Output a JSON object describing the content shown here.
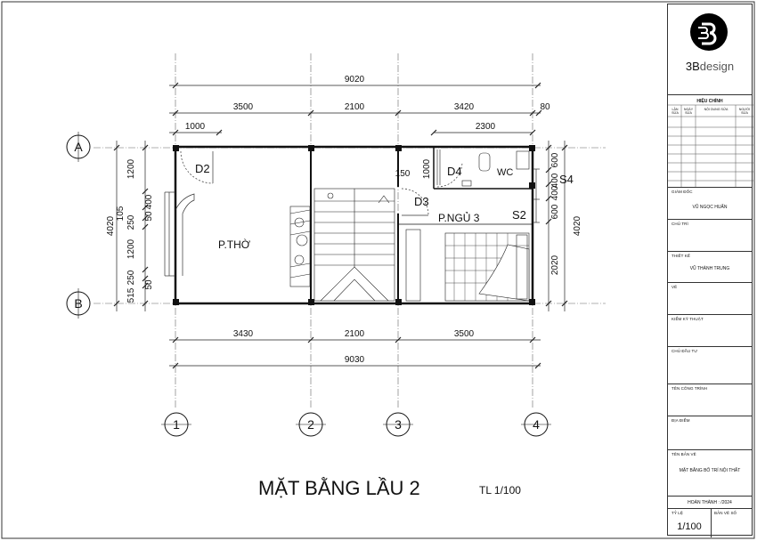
{
  "drawing": {
    "title": "MẶT BẰNG LẦU 2",
    "scale": "TL 1/100",
    "dims_top_total": "9020",
    "dims_top": [
      "3500",
      "2100",
      "3420",
      "80"
    ],
    "dims_top_inner": [
      "1000",
      "2300"
    ],
    "dims_bottom": [
      "3430",
      "2100",
      "3500"
    ],
    "dims_bottom_total": "9030",
    "dims_left": [
      "1200",
      "400",
      "50",
      "250",
      "1200",
      "250",
      "50",
      "515"
    ],
    "dims_left_total": "4020",
    "dims_left_105": "105",
    "dims_right": [
      "600",
      "400",
      "400",
      "600",
      "2020"
    ],
    "dims_right_total": "4020",
    "dims_inner_150": "150",
    "dims_inner_1000": "1000",
    "grid_rows": [
      "A",
      "B"
    ],
    "grid_cols": [
      "1",
      "2",
      "3",
      "4"
    ],
    "rooms": {
      "tho": "P.THỜ",
      "ngu3": "P.NGỦ 3",
      "wc": "WC"
    },
    "doors": {
      "d2": "D2",
      "d3": "D3",
      "d4": "D4"
    },
    "windows": {
      "s2": "S2",
      "s4": "S4"
    }
  },
  "titleblock": {
    "logo_text_bold": "3B",
    "logo_text_light": "design",
    "revision_title": "HIỆU CHỈNH",
    "revision_headers": [
      "LẦN SỬA",
      "NGÀY SỬA",
      "NỘI DUNG SỬA",
      "NGƯỜI SỬA"
    ],
    "giam_doc_label": "GIÁM ĐỐC",
    "giam_doc_value": "VŨ NGỌC HUẤN",
    "chu_tri_label": "CHỦ TRÌ",
    "thiet_ke_label": "THIẾT KẾ",
    "thiet_ke_value": "VŨ THÀNH TRUNG",
    "ve_label": "VẼ",
    "kiem_label": "KIỂM KỸ THUẬT",
    "chu_dau_tu_label": "CHỦ ĐẦU TƯ",
    "cong_trinh_label": "TÊN CÔNG TRÌNH",
    "dia_diem_label": "ĐỊA ĐIỂM",
    "ban_ve_label": "TÊN BẢN VẼ",
    "ban_ve_value": "MẶT BẰNG BỐ TRÍ NỘI THẤT",
    "hoan_thanh": "HOÀN THÀNH : /2024",
    "ti_le_label": "TỶ LỆ",
    "ban_ve_so_label": "BẢN VẼ SỐ",
    "ti_le_value": "1/100"
  }
}
